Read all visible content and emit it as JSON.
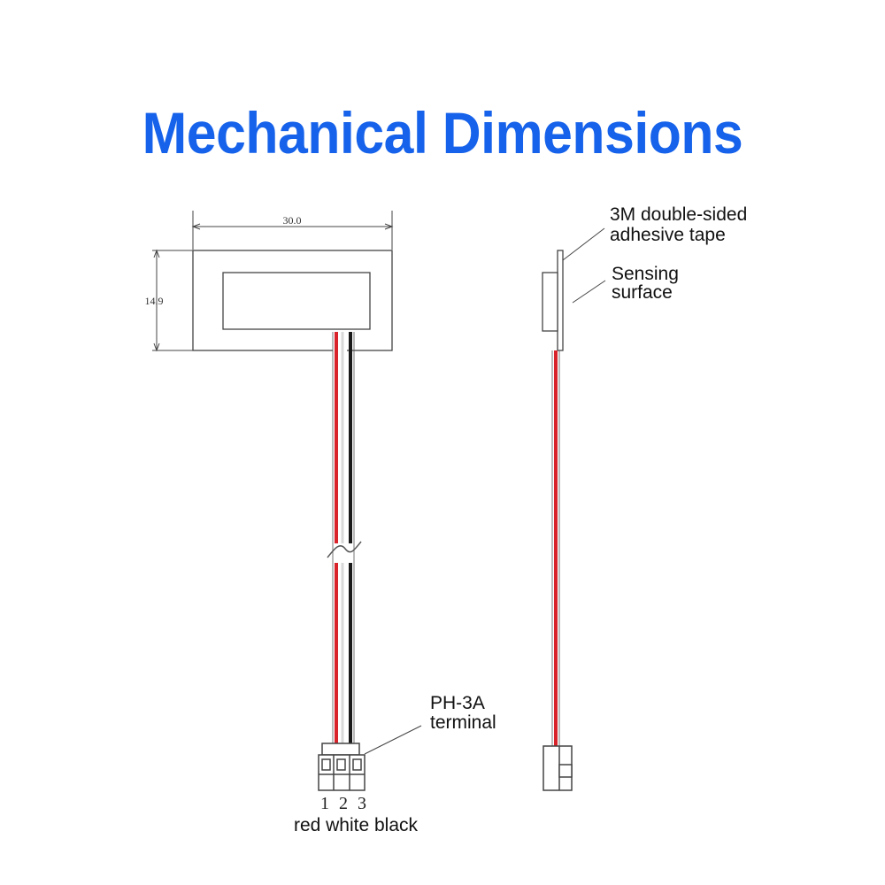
{
  "title": "Mechanical Dimensions",
  "dimensions": {
    "width": "30.0",
    "height": "14.9"
  },
  "labels": {
    "tape_line1": "3M double-sided",
    "tape_line2": "adhesive tape",
    "sensing_line1": "Sensing",
    "sensing_line2": "surface",
    "terminal_line1": "PH-3A",
    "terminal_line2": "terminal"
  },
  "pins": {
    "p1": "1",
    "p2": "2",
    "p3": "3"
  },
  "wire_colors_label": "red white black",
  "colors": {
    "title": "#1662ea",
    "wire_red": "#d8232a",
    "wire_black": "#1a1a1a"
  }
}
